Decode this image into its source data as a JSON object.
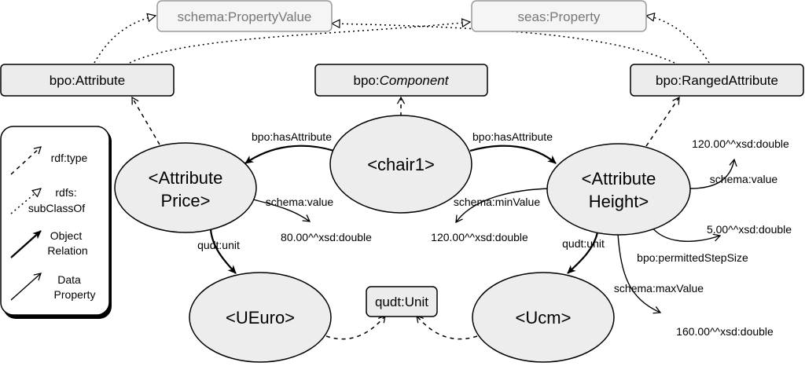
{
  "classes": {
    "property_value": "schema:PropertyValue",
    "seas_property": "seas:Property",
    "attribute": "bpo:Attribute",
    "component_prefix": "bpo:",
    "component_name": "Component",
    "ranged_attribute": "bpo:RangedAttribute",
    "qudt_unit": "qudt:Unit"
  },
  "nodes": {
    "chair": "<chair1>",
    "price_l1": "<Attribute",
    "price_l2": "Price>",
    "height_l1": "<Attribute",
    "height_l2": "Height>",
    "ueuro": "<UEuro>",
    "ucm": "<Ucm>"
  },
  "edges": {
    "has_attr_left": "bpo:hasAttribute",
    "has_attr_right": "bpo:hasAttribute",
    "price_value": "schema:value",
    "price_unit": "qudt:unit",
    "min_value": "schema:minValue",
    "height_unit": "qudt:unit",
    "height_value": "schema:value",
    "step_size": "bpo:permittedStepSize",
    "max_value": "schema:maxValue"
  },
  "literals": {
    "price_value": "80.00^^xsd:double",
    "min_value": "120.00^^xsd:double",
    "height_value": "120.00^^xsd:double",
    "step_size": "5.00^^xsd:double",
    "max_value": "160.00^^xsd:double"
  },
  "legend": {
    "rdf_type": "rdf:type",
    "subclass_l1": "rdfs:",
    "subclass_l2": "subClassOf",
    "object_l1": "Object",
    "object_l2": "Relation",
    "data_l1": "Data",
    "data_l2": "Property"
  },
  "colors": {
    "class_fill": "#ececec",
    "superclass_fill": "#f5f5f5",
    "superclass_text": "#777777",
    "node_fill": "#ededed",
    "stroke": "#000000"
  }
}
